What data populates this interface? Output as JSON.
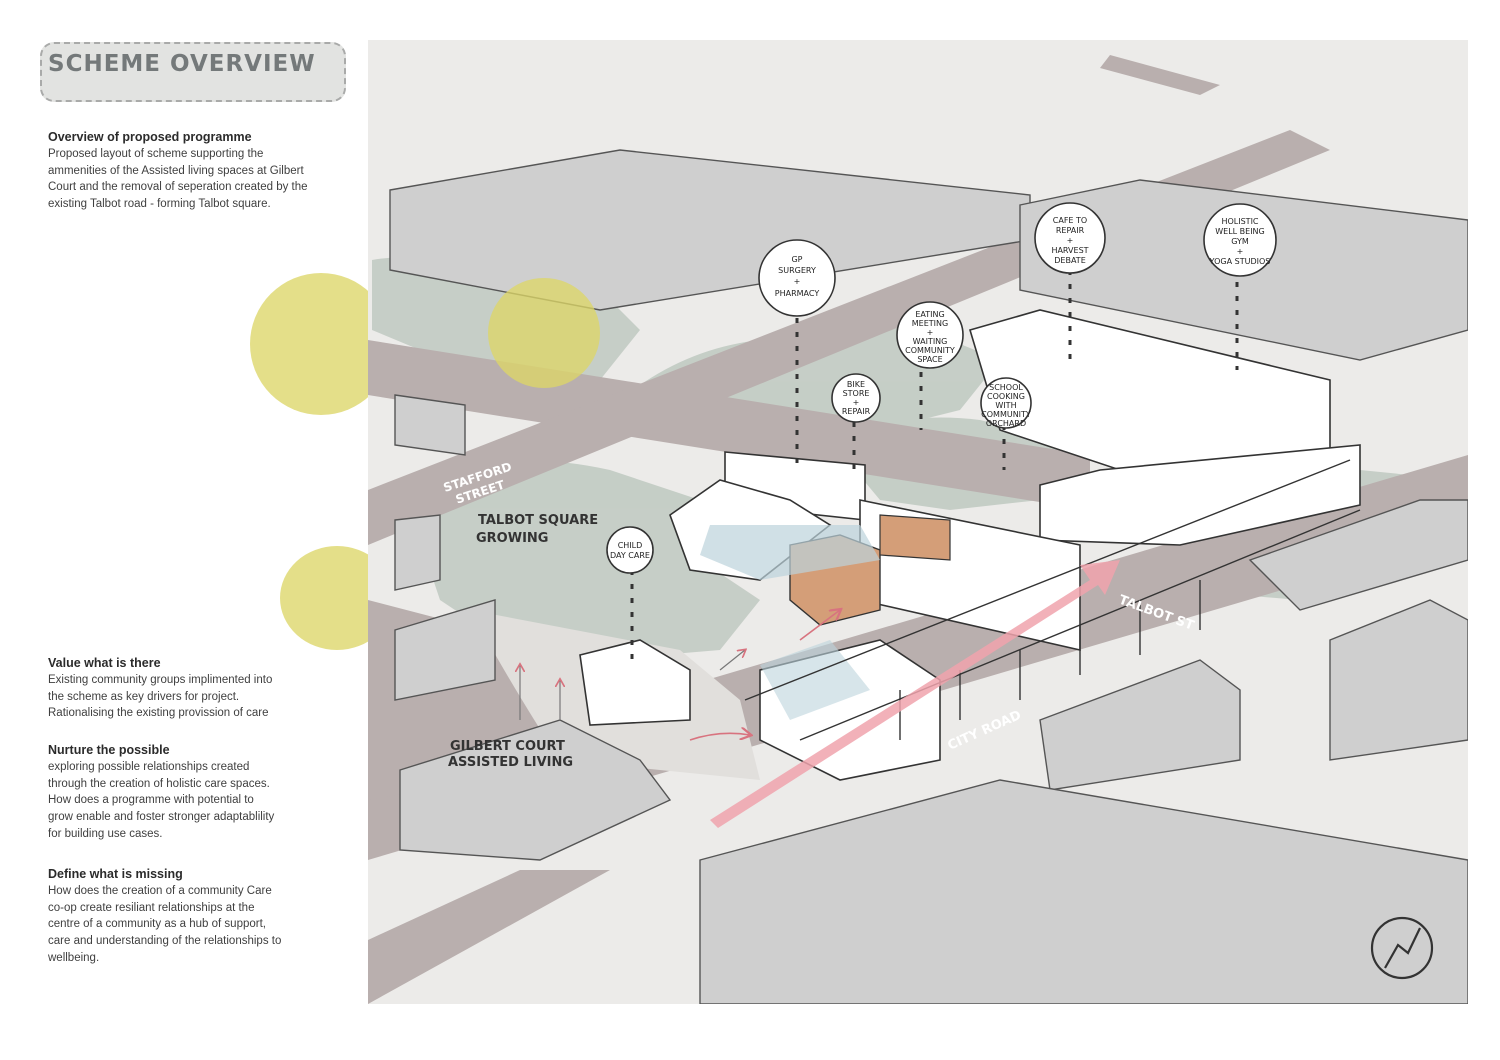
{
  "title": "SCHEME OVERVIEW",
  "sections": [
    {
      "heading": "Overview of proposed programme",
      "lines": [
        "Proposed layout of scheme supporting the",
        "ammenities of the Assisted living spaces at Gilbert",
        "Court and the removal of seperation created by the",
        "existing Talbot road - forming Talbot square."
      ]
    },
    {
      "heading": "Value what is there",
      "lines": [
        "Existing community groups implimented into",
        "the scheme as key drivers for project.",
        "Rationalising the existing provission of care"
      ]
    },
    {
      "heading": "Nurture the possible",
      "lines": [
        "exploring possible relationships created",
        "through the creation of holistic care spaces.",
        "How does a programme with potential to",
        "grow enable and foster stronger adaptablility",
        "for building use cases."
      ]
    },
    {
      "heading": "Define what is missing",
      "lines": [
        "How does the creation of a community Care",
        "co-op create resiliant relationships at the",
        "centre of a community as a hub of support,",
        "care and understanding of the relationships to",
        "wellbeing."
      ]
    }
  ],
  "map_labels": {
    "stafford": [
      "STAFFORD",
      "STREET"
    ],
    "talbot_square": [
      "TALBOT SQUARE",
      "GROWING"
    ],
    "gilbert": [
      "GILBERT COURT",
      "ASSISTED LIVING"
    ],
    "city_road": "CITY ROAD",
    "talbot_st": "TALBOT ST"
  },
  "bubbles": {
    "gp": [
      "GP",
      "SURGERY",
      "+",
      "PHARMACY"
    ],
    "eating": [
      "EATING",
      "MEETING",
      "+",
      "WAITING",
      "COMMUNITY",
      "SPACE"
    ],
    "bike": [
      "BIKE",
      "STORE",
      "+",
      "REPAIR"
    ],
    "cooking": [
      "SCHOOL",
      "COOKING",
      "WITH",
      "COMMUNITY",
      "ORCHARD"
    ],
    "cafe": [
      "CAFE TO",
      "REPAIR",
      "+",
      "HARVEST",
      "DEBATE"
    ],
    "holistic": [
      "HOLISTIC",
      "WELL BEING",
      "GYM",
      "+",
      "YOGA STUDIOS"
    ],
    "childcare": [
      "CHILD",
      "DAY CARE"
    ]
  },
  "colors": {
    "road": "#b9afae",
    "building": "#cfcfcf",
    "green": "#bfc9c1",
    "ground": "#ecebe9",
    "circle": "#dcd668",
    "accent_arrow": "#f0a3ad",
    "brick": "#d49e78",
    "glass": "#bcd3dc",
    "title_bg": "#e2e3e1"
  },
  "icons": {
    "north": "north-arrow-icon"
  }
}
